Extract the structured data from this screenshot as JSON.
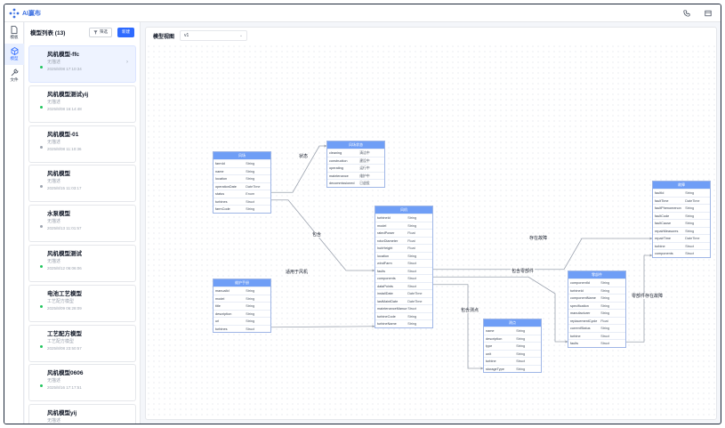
{
  "app": {
    "title": "AI赢布"
  },
  "nav": [
    {
      "label": "模板",
      "icon": "file-icon",
      "active": false
    },
    {
      "label": "模型",
      "icon": "cube-icon",
      "active": true
    },
    {
      "label": "文件",
      "icon": "wrench-icon",
      "active": false
    }
  ],
  "panel": {
    "title": "模型列表 (13)",
    "filter_label": "筛选",
    "new_label": "新建"
  },
  "models": [
    {
      "name": "风机模型-ffc",
      "desc": "无描述",
      "time": "2025/8/08 17:10:34",
      "selected": true,
      "dot": "#22c55e"
    },
    {
      "name": "风机模型测试yij",
      "desc": "无描述",
      "time": "2025/8/08 16:14:48",
      "selected": false,
      "dot": "#22c55e"
    },
    {
      "name": "风机模型-01",
      "desc": "无描述",
      "time": "2025/8/08 11:10:36",
      "selected": false,
      "dot": "#9ca3af"
    },
    {
      "name": "风机模型",
      "desc": "无描述",
      "time": "2025/8/15 11:03:17",
      "selected": false,
      "dot": "#9ca3af"
    },
    {
      "name": "水泵模型",
      "desc": "无描述",
      "time": "2025/8/13 11:01:57",
      "selected": false,
      "dot": "#9ca3af"
    },
    {
      "name": "风机模型测试",
      "desc": "无描述",
      "time": "2025/8/12 06:06:06",
      "selected": false,
      "dot": "#22c55e"
    },
    {
      "name": "电池工艺模型",
      "desc": "工艺配方模型",
      "time": "2025/8/09 06:28:09",
      "selected": false,
      "dot": "#22c55e"
    },
    {
      "name": "工艺配方模型",
      "desc": "工艺配方模型",
      "time": "2025/8/08 23:50:57",
      "selected": false,
      "dot": "#22c55e"
    },
    {
      "name": "风机模型0606",
      "desc": "无描述",
      "time": "2025/8/16 17:17:51",
      "selected": false,
      "dot": "#22c55e"
    },
    {
      "name": "风机模型yij",
      "desc": "无描述",
      "time": "2025/8/16 15:10:59",
      "selected": false,
      "dot": "#22c55e"
    }
  ],
  "view": {
    "label": "模型视图",
    "value": "v1"
  },
  "entities": [
    {
      "id": "e1",
      "title": "风场",
      "rows": [
        [
          "farmId",
          "String"
        ],
        [
          "name",
          "String"
        ],
        [
          "location",
          "String"
        ],
        [
          "operationDate",
          "DateTime"
        ],
        [
          "status",
          "Enum"
        ],
        [
          "turbines",
          "Struct"
        ],
        [
          "farmCode",
          "String"
        ]
      ]
    },
    {
      "id": "e2",
      "title": "风场状态",
      "rows": [
        [
          "cleaning",
          "清洁中"
        ],
        [
          "construction",
          "建设中"
        ],
        [
          "operating",
          "运行中"
        ],
        [
          "maintenance",
          "维护中"
        ],
        [
          "decommissioned",
          "已退役"
        ]
      ]
    },
    {
      "id": "e3",
      "title": "维护手册",
      "rows": [
        [
          "manualId",
          "String"
        ],
        [
          "model",
          "String"
        ],
        [
          "title",
          "String"
        ],
        [
          "description",
          "String"
        ],
        [
          "url",
          "String"
        ],
        [
          "turbines",
          "Struct"
        ]
      ]
    },
    {
      "id": "e4",
      "title": "风机",
      "rows": [
        [
          "turbineId",
          "String"
        ],
        [
          "model",
          "String"
        ],
        [
          "ratedPower",
          "Float"
        ],
        [
          "rotorDiameter",
          "Float"
        ],
        [
          "hubHeight",
          "Float"
        ],
        [
          "location",
          "String"
        ],
        [
          "windFarm",
          "Struct"
        ],
        [
          "faults",
          "Struct"
        ],
        [
          "components",
          "Struct"
        ],
        [
          "dataPoints",
          "Struct"
        ],
        [
          "installDate",
          "DateTime"
        ],
        [
          "lastMaintDate",
          "DateTime"
        ],
        [
          "maintenanceManual",
          "Struct"
        ],
        [
          "turbineCode",
          "String"
        ],
        [
          "turbineName",
          "String"
        ]
      ]
    },
    {
      "id": "e5",
      "title": "测点",
      "rows": [
        [
          "name",
          "String"
        ],
        [
          "description",
          "String"
        ],
        [
          "type",
          "String"
        ],
        [
          "unit",
          "String"
        ],
        [
          "turbine",
          "Struct"
        ],
        [
          "storageType",
          "String"
        ]
      ]
    },
    {
      "id": "e6",
      "title": "零部件",
      "rows": [
        [
          "componentId",
          "String"
        ],
        [
          "turbineId",
          "String"
        ],
        [
          "componentName",
          "String"
        ],
        [
          "specification",
          "String"
        ],
        [
          "manufacturer",
          "String"
        ],
        [
          "replacementCycle",
          "Float"
        ],
        [
          "currentStatus",
          "String"
        ],
        [
          "turbine",
          "Struct"
        ],
        [
          "faults",
          "Struct"
        ]
      ]
    },
    {
      "id": "e7",
      "title": "故障",
      "rows": [
        [
          "faultId",
          "String"
        ],
        [
          "faultTime",
          "DateTime"
        ],
        [
          "faultPhenomenon",
          "String"
        ],
        [
          "faultCode",
          "String"
        ],
        [
          "faultCause",
          "String"
        ],
        [
          "repairMeasures",
          "String"
        ],
        [
          "repairTime",
          "DateTime"
        ],
        [
          "turbine",
          "Struct"
        ],
        [
          "components",
          "Struct"
        ]
      ]
    }
  ],
  "edges": [
    {
      "label": "状态"
    },
    {
      "label": "包含"
    },
    {
      "label": "适用于风机"
    },
    {
      "label": "存在故障"
    },
    {
      "label": "包含零部件"
    },
    {
      "label": "包含测点"
    },
    {
      "label": "零部件存在故障"
    }
  ],
  "colors": {
    "accent": "#2f6bff",
    "entity_header": "#6f9ef6",
    "edge": "#9ca3af"
  }
}
